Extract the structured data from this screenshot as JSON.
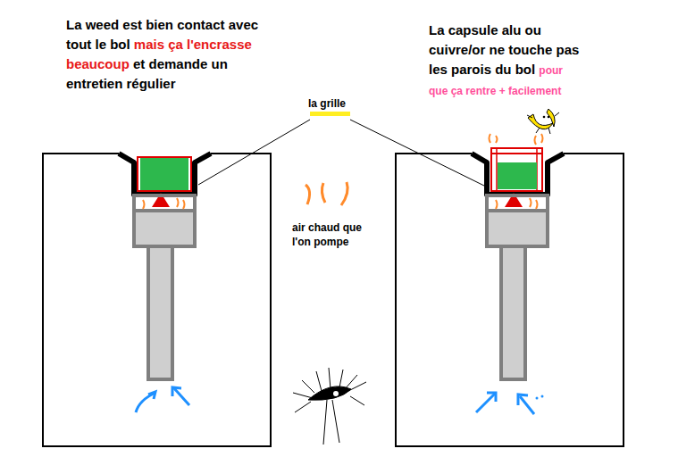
{
  "diagram": {
    "labels": [
      "La weed est bien contact avec tout le bol",
      "mais ça l'encrasse beaucoup",
      "et demande un entretien régulier",
      "La capsule alu ou cuivre/or ne touche pas les parois du bol",
      "pour que ça rentre + facilement",
      "la grille",
      "air chaud que l'on pompe"
    ]
  }
}
